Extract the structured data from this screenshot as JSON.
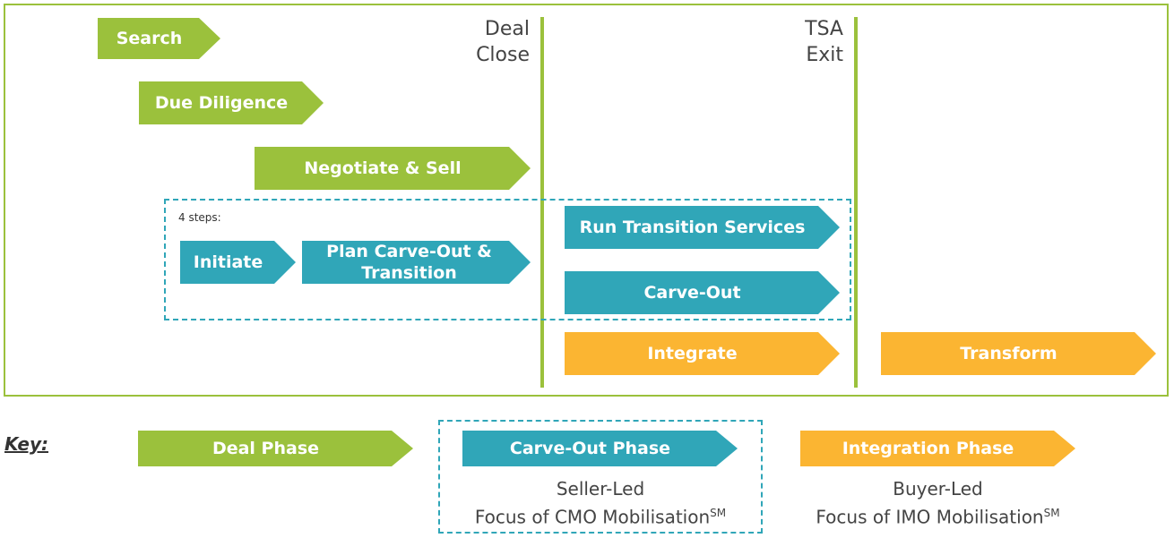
{
  "milestones": {
    "deal_close": "Deal\nClose",
    "tsa_exit": "TSA\nExit"
  },
  "steps_note": "4 steps:",
  "arrows": {
    "search": "Search",
    "due_diligence": "Due Diligence",
    "negotiate_sell": "Negotiate & Sell",
    "initiate": "Initiate",
    "plan_carve_out": "Plan Carve-Out & Transition",
    "run_transition": "Run Transition Services",
    "carve_out": "Carve-Out",
    "integrate": "Integrate",
    "transform": "Transform"
  },
  "key": {
    "label": "Key:",
    "deal_phase": "Deal Phase",
    "carve_out_phase": "Carve-Out Phase",
    "integration_phase": "Integration Phase",
    "seller_led": "Seller-Led",
    "cmo_focus": "Focus of CMO Mobilisation",
    "buyer_led": "Buyer-Led",
    "imo_focus": "Focus of IMO Mobilisation",
    "service_mark": "SM"
  },
  "colors": {
    "deal": "#9bc13c",
    "carve_out": "#30a6b8",
    "integration": "#fbb532"
  }
}
